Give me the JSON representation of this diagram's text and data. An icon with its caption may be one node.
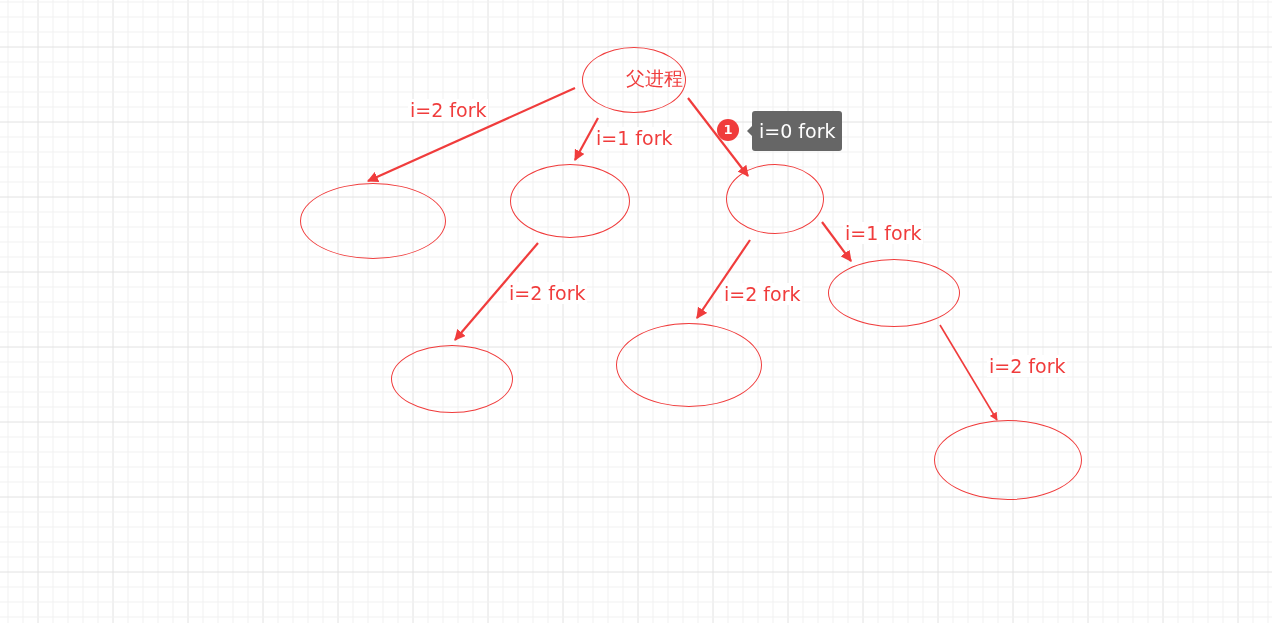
{
  "diagram": {
    "nodes": [
      {
        "text": [
          "父进程"
        ]
      },
      {
        "text": [],
        "shape": "circle"
      },
      {
        "text": [],
        "shape": "circle"
      },
      {
        "text": [],
        "shape": "circle"
      },
      {
        "text": [],
        "shape": "circle"
      },
      {
        "text": [],
        "shape": "circle"
      },
      {
        "text": [],
        "shape": "circle"
      },
      {
        "text": [],
        "shape": "circle"
      }
    ],
    "edges": [
      {
        "from": 0,
        "to": 1,
        "arrow": "to",
        "label": "i=2 fork"
      },
      {
        "from": 0,
        "to": 2,
        "arrow": "to",
        "label": "i=1 fork"
      },
      {
        "from": 0,
        "to": 3,
        "arrow": "to",
        "label": "i=0 fork"
      },
      {
        "from": 2,
        "to": 4,
        "arrow": "to",
        "label": "i=2 fork"
      },
      {
        "from": 3,
        "to": 5,
        "arrow": "to",
        "label": "i=2 fork"
      },
      {
        "from": 3,
        "to": 6,
        "arrow": "to",
        "label": "i=1 fork"
      },
      {
        "from": 6,
        "to": 7,
        "arrow": "to",
        "label": "i=2 fork"
      }
    ],
    "labels": [
      "1"
    ]
  }
}
